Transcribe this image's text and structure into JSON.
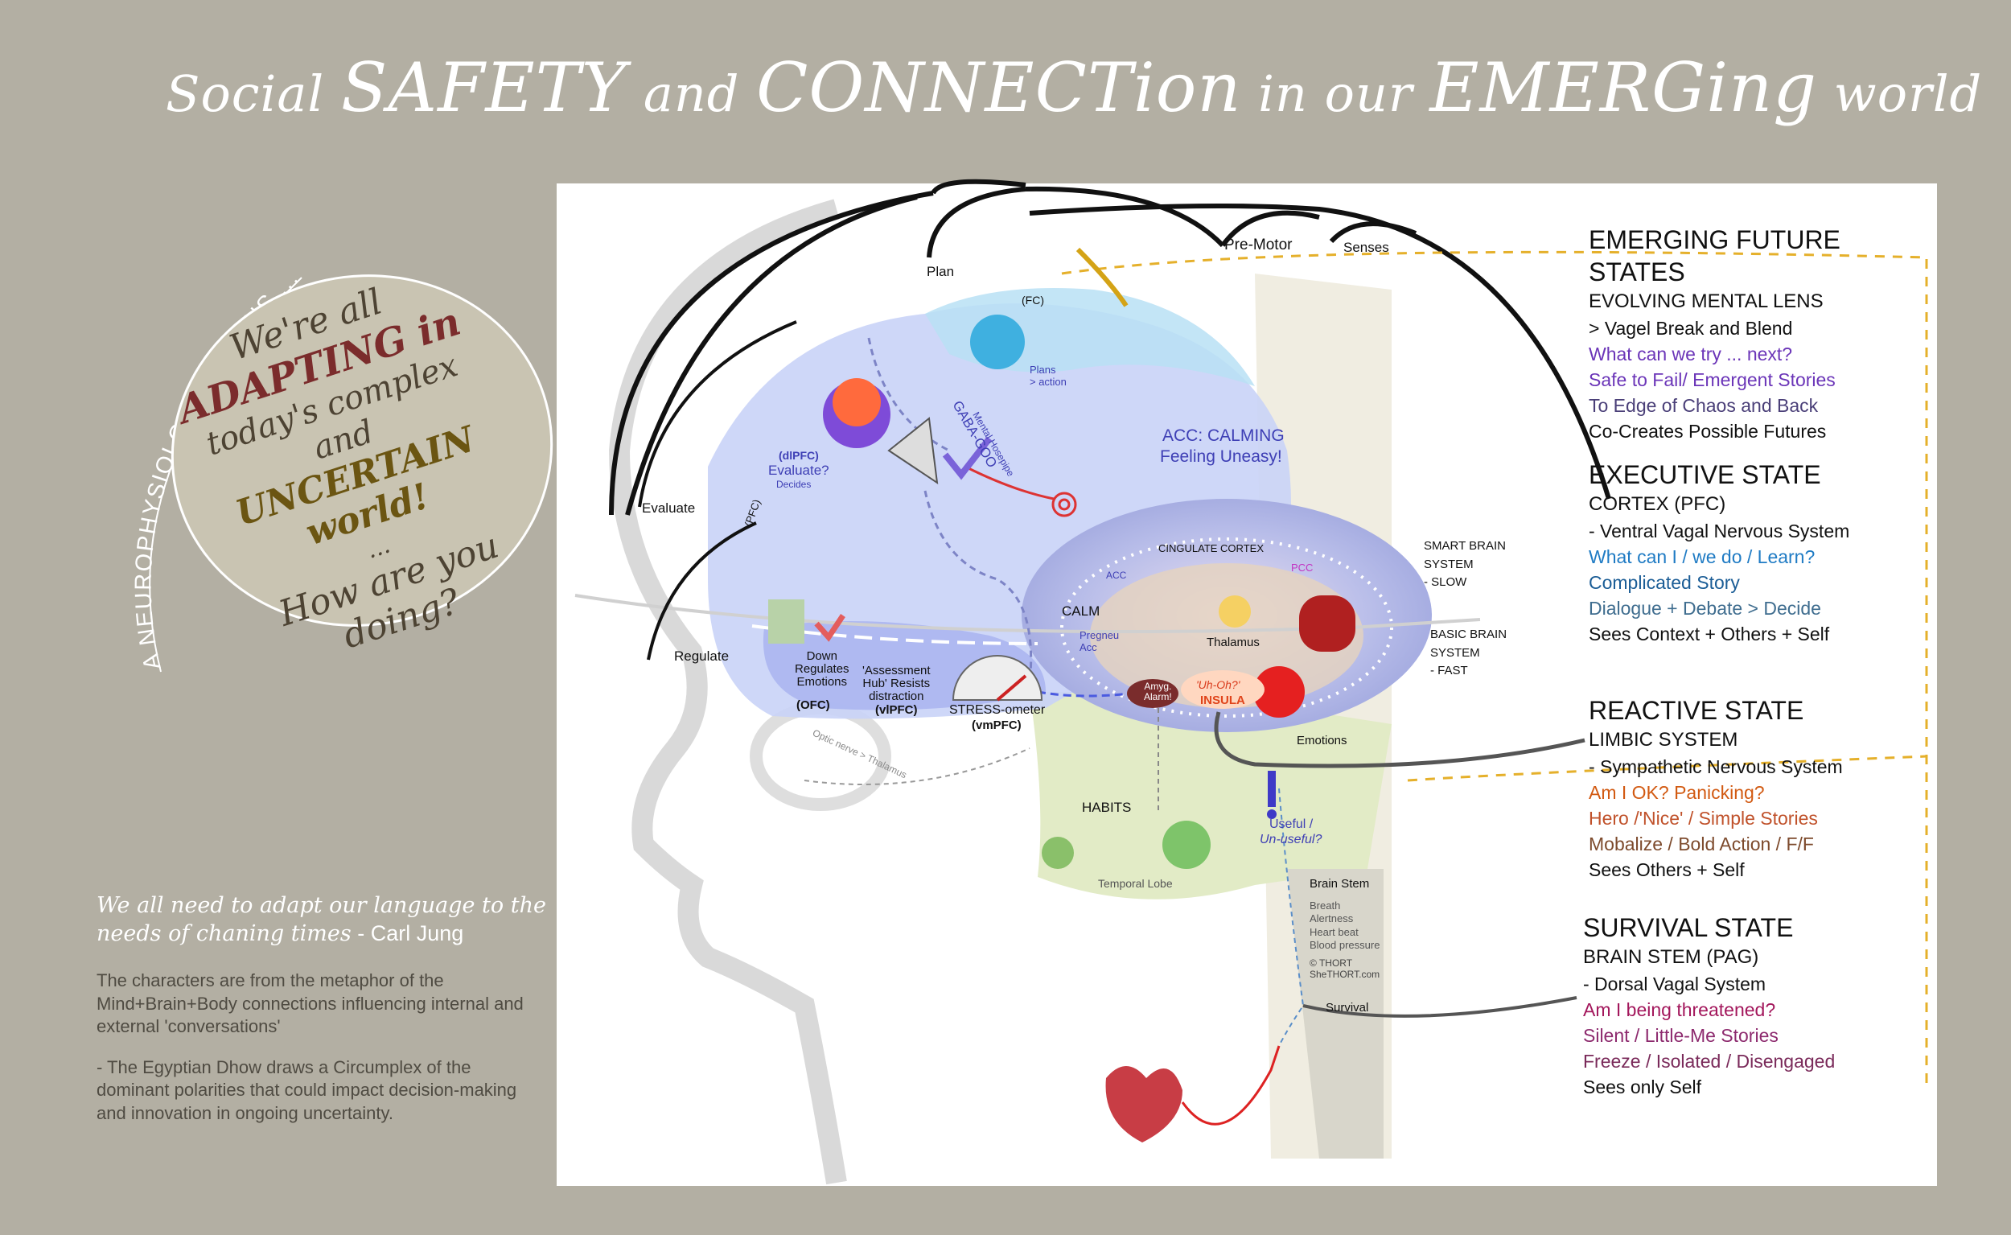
{
  "title": {
    "p1": "Social ",
    "p2": "SAFETY",
    "p3": " and ",
    "p4": "CONNECTion",
    "p5": " in our ",
    "p6": "EMERGing",
    "p7": " world"
  },
  "lens_label": "A NEUROPHYSIOLOGICAL LENS ...",
  "bubble": {
    "line1": "We're all",
    "line2": "ADAPTING in",
    "line3": "today's complex and",
    "line4": "UNCERTAIN world!",
    "line5": "...",
    "line6": "How are you",
    "line7": "doing?"
  },
  "quote": {
    "text": "We all need to adapt our language to the needs of chaning times",
    "author": " - Carl Jung"
  },
  "notes": [
    "The characters are from the  metaphor of the Mind+Brain+Body connections influencing internal and external 'conversations'",
    "- The Egyptian Dhow draws a Circumplex of the dominant polarities that could impact decision-making and innovation in ongoing uncertainty."
  ],
  "brain_labels": {
    "plan": "Plan",
    "premotor": "Pre-Motor",
    "senses": "Senses",
    "fc": "(FC)",
    "plans_action": "Plans\n> action",
    "evaluate": "Evaluate",
    "pfc": "(PFC)",
    "dlpfc": "(dlPFC)",
    "evaluate_q": "Evaluate?",
    "decides": "Decides",
    "gaba": "GABA-GOO",
    "mental_hosepipe": "Mental Hosepipe",
    "acc_calming": "ACC: CALMING",
    "feeling_uneasy": "Feeling Uneasy!",
    "cingulate": "CINGULATE CORTEX",
    "acc": "ACC",
    "pcc": "PCC",
    "calm": "CALM",
    "precuneus": "Pregneu\nAcc",
    "thalamus": "Thalamus",
    "smart_brain": "SMART BRAIN\nSYSTEM\n- SLOW",
    "basic_brain": "BASIC BRAIN\nSYSTEM\n- FAST",
    "regulate": "Regulate",
    "down_regulates": "Down\nRegulates\nEmotions",
    "ofc": "(OFC)",
    "assessment": "'Assessment\nHub' Resists\ndistraction",
    "vlpfc": "(vlPFC)",
    "stress": "STRESS-ometer",
    "vmpfc": "(vmPFC)",
    "amyg": "Amyg.\nAlarm!",
    "uh_oh": "'Uh-Oh?'",
    "insula": "INSULA",
    "emotions": "Emotions",
    "optic": "Optic nerve > Thalamus",
    "habits": "HABITS",
    "temporal": "Temporal Lobe",
    "useful": "Useful /",
    "unuseful": "Un-useful?",
    "brain_stem": "Brain Stem",
    "stem_list": "Breath\nAlertness\nHeart beat\nBlood pressure",
    "copyright": "© THORT\nSheTHORT.com",
    "survival": "Survival",
    "exclaim": "!"
  },
  "states": [
    {
      "heading": "EMERGING FUTURE STATES",
      "sub": "EVOLVING MENTAL LENS",
      "lines": [
        {
          "t": "> Vagel Break and Blend",
          "c": "#111111"
        },
        {
          "t": "What can we try ... next?",
          "c": "#6b35b8"
        },
        {
          "t": "Safe to Fail/ Emergent Stories",
          "c": "#6b35b8"
        },
        {
          "t": "To Edge of Chaos and Back",
          "c": "#4a3f78"
        },
        {
          "t": "Co-Creates Possible Futures",
          "c": "#111111"
        }
      ]
    },
    {
      "heading": "EXECUTIVE STATE",
      "sub": "CORTEX (PFC)",
      "lines": [
        {
          "t": "- Ventral Vagal Nervous System",
          "c": "#111111"
        },
        {
          "t": "What can I / we do / Learn?",
          "c": "#1f7bc4"
        },
        {
          "t": "Complicated Story",
          "c": "#1b5d96"
        },
        {
          "t": "Dialogue + Debate > Decide",
          "c": "#3f6d8f"
        },
        {
          "t": "Sees Context + Others + Self",
          "c": "#111111"
        }
      ]
    },
    {
      "heading": "REACTIVE STATE",
      "sub": "LIMBIC SYSTEM",
      "lines": [
        {
          "t": "- Sympathetic Nervous System",
          "c": "#111111"
        },
        {
          "t": "Am I OK? Panicking?",
          "c": "#d25a12"
        },
        {
          "t": "Hero /'Nice' / Simple Stories",
          "c": "#c0512a"
        },
        {
          "t": "Mobalize / Bold Action / F/F",
          "c": "#7d4a2c"
        },
        {
          "t": "Sees Others + Self",
          "c": "#111111"
        }
      ]
    },
    {
      "heading": "SURVIVAL STATE",
      "sub": "BRAIN STEM (PAG)",
      "lines": [
        {
          "t": "- Dorsal Vagal System",
          "c": "#111111"
        },
        {
          "t": "Am I being threatened?",
          "c": "#a3175c"
        },
        {
          "t": "Silent / Little-Me Stories",
          "c": "#8d2a6e"
        },
        {
          "t": "Freeze / Isolated / Disengaged",
          "c": "#7a2a5a"
        },
        {
          "t": "Sees only Self",
          "c": "#111111"
        }
      ]
    }
  ],
  "colors": {
    "background": "#b3afa3",
    "panel": "#ffffff",
    "brain_arc": "#111111",
    "cortex_blue": "#c9d3f7",
    "limbic": "#b7b9e6",
    "green_area": "#e2ebc6",
    "dashed_orange": "#e5b02b"
  }
}
